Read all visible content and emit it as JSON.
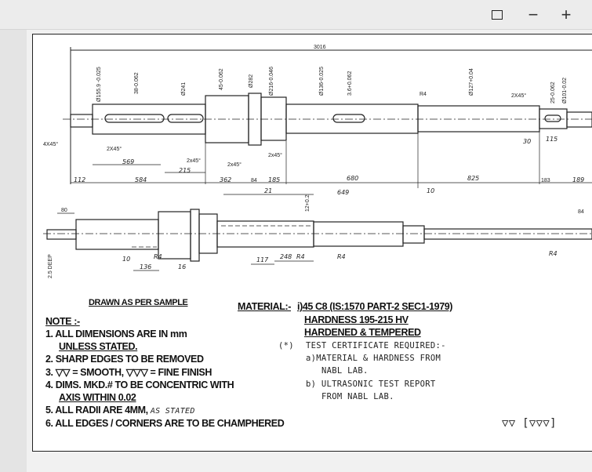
{
  "toolbar": {
    "fit_icon": "fit-page-icon",
    "zoom_out": "−",
    "zoom_in": "+"
  },
  "drawing": {
    "overall_length": "3016",
    "upper_dims": [
      "4X45°",
      "2X45°",
      "569",
      "215",
      "584",
      "112",
      "362",
      "84",
      "185",
      "2x45°",
      "2x45°",
      "2x45°",
      "680",
      "649",
      "21",
      "10",
      "825",
      "2X45°",
      "30",
      "115",
      "183",
      "189",
      "R4",
      "Ø155.9 -0.025",
      "38-0.062",
      "Ø241",
      "45-0.062",
      "Ø282",
      "Ø216-0.046",
      "Ø136-0.025",
      "3.6+0.062",
      "Ø127+0.04",
      "25-0.062",
      "Ø101-0.02"
    ],
    "lower_dims": [
      "80",
      "136",
      "16",
      "10",
      "R4",
      "R4",
      "R4",
      "117",
      "248",
      "12+0.2",
      "R4",
      "84",
      "2.5 DEEP"
    ]
  },
  "notes": {
    "drawn": "DRAWN AS PER SAMPLE",
    "heading": "NOTE :-",
    "items": [
      "1. ALL DIMENSIONS ARE IN mm",
      "UNLESS STATED.",
      "2. SHARP EDGES TO BE REMOVED",
      "3. ▽▽ = SMOOTH,  ▽▽▽ = FINE FINISH",
      "4. DIMS. MKD.# TO BE CONCENTRIC WITH",
      "AXIS WITHIN 0.02",
      "5. ALL RADII ARE 4MM,",
      "6. ALL EDGES / CORNERS ARE TO BE CHAMPHERED"
    ],
    "item5_hand": "AS STATED"
  },
  "material": {
    "label": "MATERIAL:-",
    "spec": "i)45 C8 (IS:1570 PART-2 SEC1-1979)",
    "hardness": "HARDNESS 195-215 HV",
    "treatment": "HARDENED & TEMPERED",
    "star": "(*)",
    "test_lines": [
      "TEST CERTIFICATE REQUIRED:-",
      "a)MATERIAL & HARDNESS FROM",
      "NABL LAB.",
      "b) ULTRASONIC TEST REPORT",
      "FROM NABL LAB."
    ]
  },
  "finish_symbol": "▽▽ [▽▽▽]"
}
